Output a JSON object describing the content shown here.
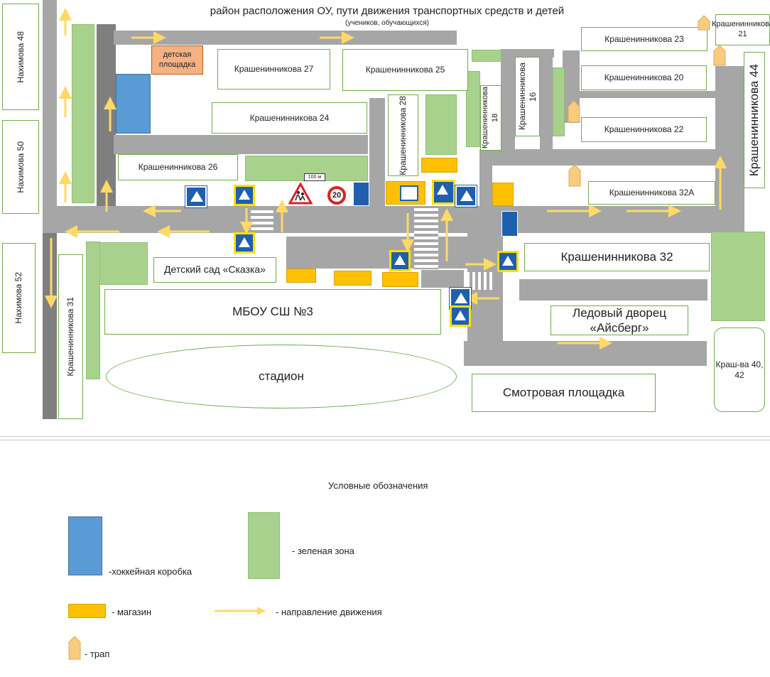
{
  "map": {
    "title": "район расположения ОУ, пути движения транспортных средств и детей",
    "subtitle": "(учеников, обучающихся)",
    "streets": {
      "nakhimova_48": "Нахимова 48",
      "nakhimova_50": "Нахимова 50",
      "nakhimova_52": "Нахимова 52",
      "krash_31": "Крашенинникова 31",
      "krash_44": "Крашенинникова 44"
    },
    "buildings": {
      "playground": "детская площадка",
      "k27": "Крашенинникова 27",
      "k25": "Крашенинникова 25",
      "k24": "Крашенинникова 24",
      "k26": "Крашенинникова 26",
      "k28": "Крашенинникова 28",
      "k18": "Крашенинникова 18",
      "k16": "Крашенинникова 16",
      "k23": "Крашенинникова 23",
      "k21": "Крашенинникова 21",
      "k20": "Крашенинникова 20",
      "k22": "Крашенинникова 22",
      "k32a": "Крашенинникова 32А",
      "k32": "Крашенинникова 32",
      "kindergarten": "Детский сад «Сказка»",
      "school": "МБОУ СШ №3",
      "stadium": "стадион",
      "ice_palace": "Ледовый дворец «Айсберг»",
      "viewpoint": "Смотровая площадка",
      "k40_42": "Краш-ва 40, 42"
    },
    "sign_texts": {
      "speed_limit": "20",
      "distance_plate": "100 м"
    }
  },
  "legend": {
    "title": "Условные обозначения",
    "items": {
      "hockey": "-хоккейная коробка",
      "green": "- зеленая зона",
      "shop": "- магазин",
      "direction": "- направление движения",
      "ramp": "- трап"
    }
  },
  "colors": {
    "road": "#a6a6a6",
    "road_dark": "#7f7f7f",
    "green": "#a9d18e",
    "shop": "#ffc000",
    "hockey": "#5b9bd5",
    "arrow": "#ffd966",
    "playground": "#f4b183"
  }
}
